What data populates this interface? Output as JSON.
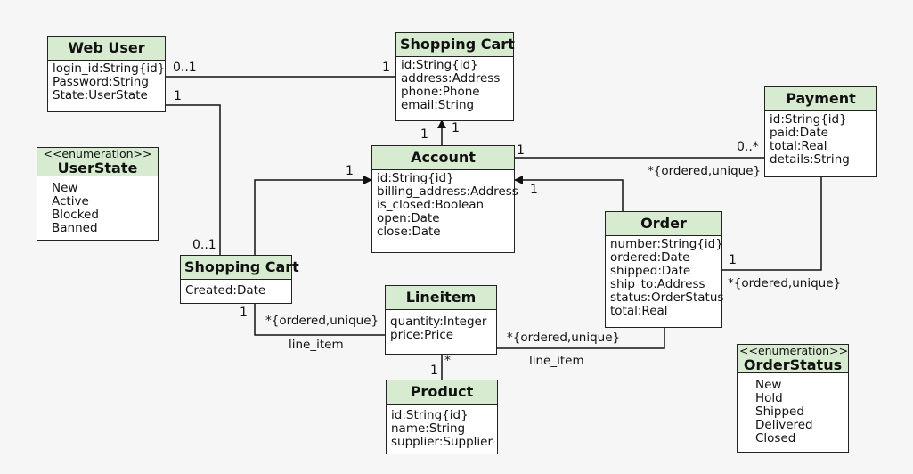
{
  "classes": {
    "web_user": {
      "name": "Web User",
      "attributes": [
        "login_id:String{id}",
        "Password:String",
        "State:UserState"
      ]
    },
    "shopping_cart_top": {
      "name": "Shopping Cart",
      "attributes": [
        "id:String{id}",
        "address:Address",
        "phone:Phone",
        "email:String"
      ]
    },
    "payment": {
      "name": "Payment",
      "attributes": [
        "id:String{id}",
        "paid:Date",
        "total:Real",
        "details:String"
      ]
    },
    "account": {
      "name": "Account",
      "attributes": [
        "id:String{id}",
        "billing_address:Address",
        "is_closed:Boolean",
        "open:Date",
        "close:Date"
      ]
    },
    "order": {
      "name": "Order",
      "attributes": [
        "number:String{id}",
        "ordered:Date",
        "shipped:Date",
        "ship_to:Address",
        "status:OrderStatus",
        "total:Real"
      ]
    },
    "shopping_cart_bottom": {
      "name": "Shopping Cart",
      "attributes": [
        "Created:Date"
      ]
    },
    "lineitem": {
      "name": "Lineitem",
      "attributes": [
        "quantity:Integer",
        "price:Price"
      ]
    },
    "product": {
      "name": "Product",
      "attributes": [
        "id:String{id}",
        "name:String",
        "supplier:Supplier"
      ]
    }
  },
  "enums": {
    "user_state": {
      "stereotype": "<<enumeration>>",
      "name": "UserState",
      "values": [
        "New",
        "Active",
        "Blocked",
        "Banned"
      ]
    },
    "order_status": {
      "stereotype": "<<enumeration>>",
      "name": "OrderStatus",
      "values": [
        "New",
        "Hold",
        "Shipped",
        "Delivered",
        "Closed"
      ]
    }
  },
  "labels": {
    "m_webuser_cart": "0..1",
    "m_cart_webuser": "1",
    "m_webuser_down": "1",
    "m_cartbottom_up": "0..1",
    "m_account_top1": "1",
    "m_account_top2": "1",
    "m_account_payment": "1",
    "m_payment_account": "0..*",
    "c_account_payment": "*{ordered,unique}",
    "m_cartbottom_account": "1",
    "m_order_account": "1",
    "m_order_payment": "1",
    "c_order_payment": "*{ordered,unique}",
    "m_cartbottom_line": "1",
    "c_cart_line": "*{ordered,unique}",
    "r_cart_line": "line_item",
    "c_order_line": "*{ordered,unique}",
    "r_order_line": "line_item",
    "m_product_line": "1",
    "m_line_product": "*"
  }
}
